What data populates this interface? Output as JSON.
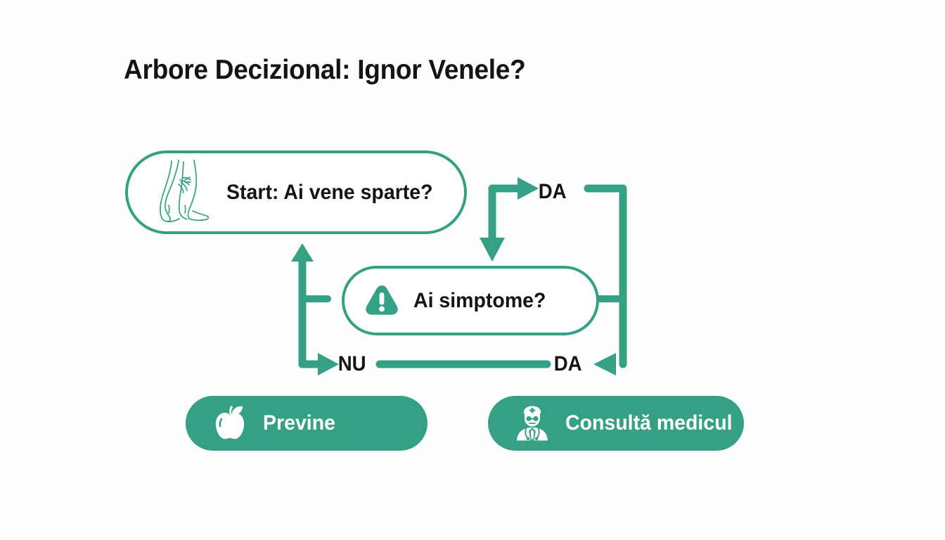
{
  "page": {
    "title": "Arbore Decizional: Ignor Venele?",
    "background_color": "#fdfefe",
    "accent_color": "#35a083",
    "text_color": "#141414"
  },
  "diagram": {
    "type": "decision-tree",
    "nodes": [
      {
        "id": "start",
        "label": "Start: Ai vene sparte?",
        "icon": "legs-veins-icon",
        "style": "outlined-pill",
        "border_color": "#35a083"
      },
      {
        "id": "symptoms",
        "label": "Ai simptome?",
        "icon": "warning-triangle-icon",
        "style": "outlined-pill",
        "border_color": "#35a083"
      }
    ],
    "outcomes": [
      {
        "id": "prevent",
        "label": "Previne",
        "icon": "apple-icon",
        "style": "filled-pill",
        "fill_color": "#35a083",
        "text_color": "#ffffff"
      },
      {
        "id": "doctor",
        "label": "Consultă medicul",
        "icon": "doctor-icon",
        "style": "filled-pill",
        "fill_color": "#35a083",
        "text_color": "#ffffff"
      }
    ],
    "edge_labels": {
      "start_yes": "DA",
      "symptoms_no": "NU",
      "symptoms_yes": "DA"
    }
  }
}
